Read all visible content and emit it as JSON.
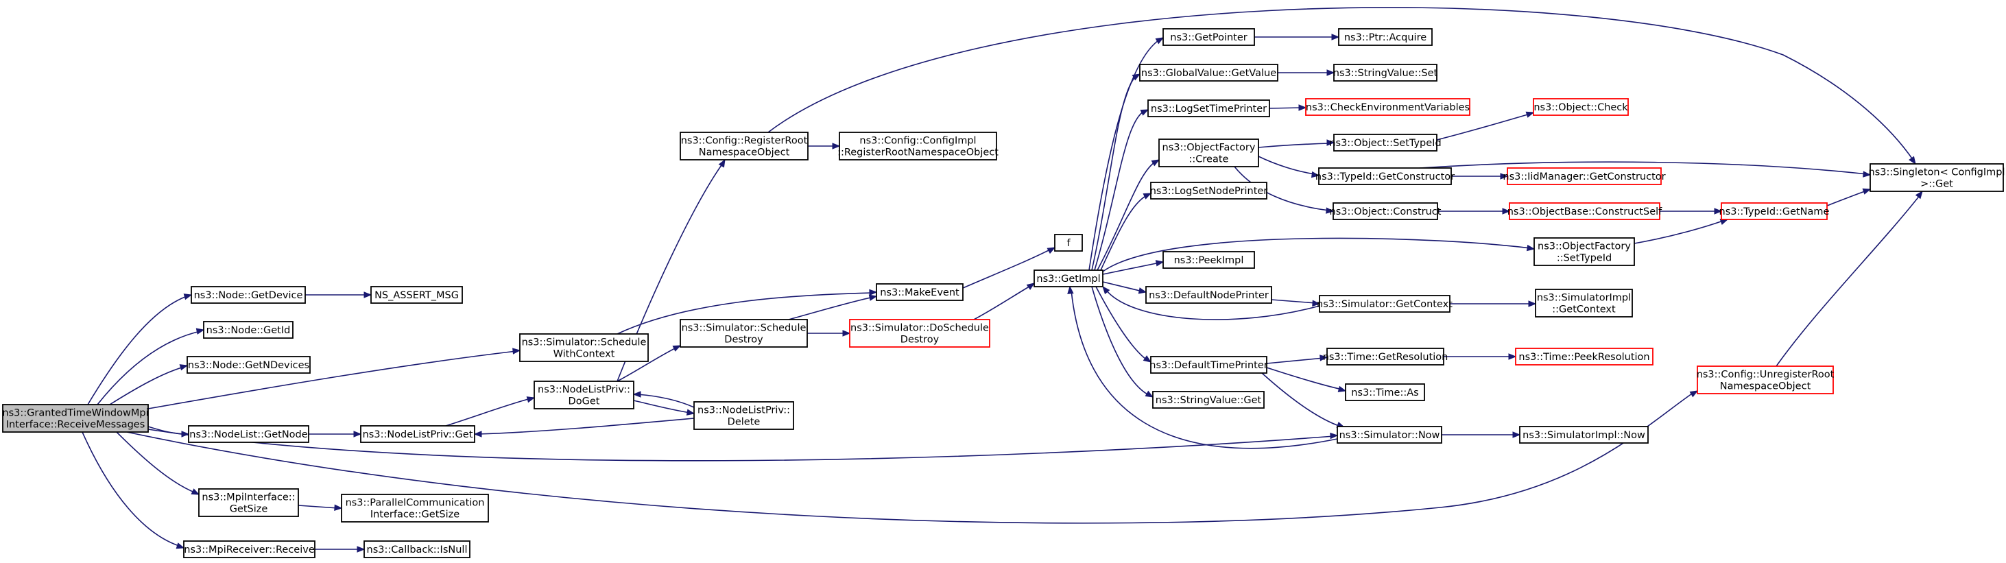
{
  "colors": {
    "edge": "#191970",
    "node_border": "#000000",
    "node_border_truncated": "#ff0000",
    "root_fill": "#bfbfbf",
    "background": "#ffffff"
  },
  "nodes": {
    "root": [
      "ns3::GrantedTimeWindowMpi",
      "Interface::ReceiveMessages"
    ],
    "node_getdevice": [
      "ns3::Node::GetDevice"
    ],
    "ns_assert_msg": [
      "NS_ASSERT_MSG"
    ],
    "node_getid": [
      "ns3::Node::GetId"
    ],
    "node_getndevices": [
      "ns3::Node::GetNDevices"
    ],
    "nodelist_getnode": [
      "ns3::NodeList::GetNode"
    ],
    "nodelistpriv_get": [
      "ns3::NodeListPriv::Get"
    ],
    "mpiinterface_getsize": [
      "ns3::MpiInterface::",
      "GetSize"
    ],
    "parallelcomm_getsize": [
      "ns3::ParallelCommunication",
      "Interface::GetSize"
    ],
    "mpireceiver_receive": [
      "ns3::MpiReceiver::Receive"
    ],
    "callback_isnull": [
      "ns3::Callback::IsNull"
    ],
    "sim_schedulewithcontext": [
      "ns3::Simulator::Schedule",
      "WithContext"
    ],
    "nodelistpriv_doget": [
      "ns3::NodeListPriv::",
      "DoGet"
    ],
    "nodelistpriv_delete": [
      "ns3::NodeListPriv::",
      "Delete"
    ],
    "config_registerroot": [
      "ns3::Config::RegisterRoot",
      "NamespaceObject"
    ],
    "configimpl_registerroot": [
      "ns3::Config::ConfigImpl",
      "::RegisterRootNamespaceObject"
    ],
    "sim_scheduledestroy": [
      "ns3::Simulator::Schedule",
      "Destroy"
    ],
    "makeevent": [
      "ns3::MakeEvent"
    ],
    "sim_doscheduledestroy": [
      "ns3::Simulator::DoSchedule",
      "Destroy"
    ],
    "f": [
      "f"
    ],
    "getimpl": [
      "ns3::GetImpl"
    ],
    "getpointer": [
      "ns3::GetPointer"
    ],
    "ptr_acquire": [
      "ns3::Ptr::Acquire"
    ],
    "globalvalue_getvalue": [
      "ns3::GlobalValue::GetValue"
    ],
    "stringvalue_set": [
      "ns3::StringValue::Set"
    ],
    "logsettimeprinter": [
      "ns3::LogSetTimePrinter"
    ],
    "checkenvvars": [
      "ns3::CheckEnvironmentVariables"
    ],
    "objectfactory_create": [
      "ns3::ObjectFactory",
      "::Create"
    ],
    "object_settypeid": [
      "ns3::Object::SetTypeId"
    ],
    "object_check": [
      "ns3::Object::Check"
    ],
    "typeid_getconstructor": [
      "ns3::TypeId::GetConstructor"
    ],
    "iidmanager_getconstructor": [
      "ns3::IidManager::GetConstructor"
    ],
    "logsetnodeprinter": [
      "ns3::LogSetNodePrinter"
    ],
    "object_construct": [
      "ns3::Object::Construct"
    ],
    "objectbase_constructself": [
      "ns3::ObjectBase::ConstructSelf"
    ],
    "typeid_getname": [
      "ns3::TypeId::GetName"
    ],
    "singleton_get": [
      "ns3::Singleton< ConfigImpl",
      " >::Get"
    ],
    "objectfactory_settypeid": [
      "ns3::ObjectFactory",
      "::SetTypeId"
    ],
    "peekimpl": [
      "ns3::PeekImpl"
    ],
    "defaultnodeprinter": [
      "ns3::DefaultNodePrinter"
    ],
    "sim_getcontext": [
      "ns3::Simulator::GetContext"
    ],
    "simimpl_getcontext": [
      "ns3::SimulatorImpl",
      "::GetContext"
    ],
    "defaulttimeprinter": [
      "ns3::DefaultTimePrinter"
    ],
    "time_getresolution": [
      "ns3::Time::GetResolution"
    ],
    "time_peekresolution": [
      "ns3::Time::PeekResolution"
    ],
    "time_as": [
      "ns3::Time::As"
    ],
    "stringvalue_get": [
      "ns3::StringValue::Get"
    ],
    "sim_now": [
      "ns3::Simulator::Now"
    ],
    "simimpl_now": [
      "ns3::SimulatorImpl::Now"
    ],
    "config_unregisterroot": [
      "ns3::Config::UnregisterRoot",
      "NamespaceObject"
    ]
  }
}
